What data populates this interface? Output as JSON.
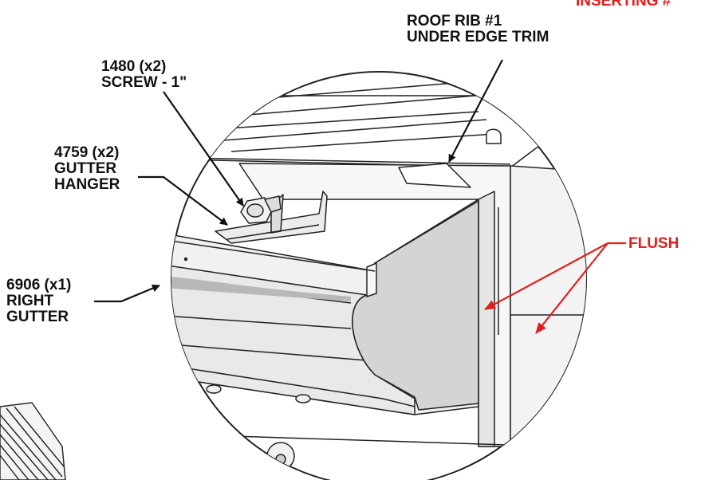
{
  "colors": {
    "callout_black": "#111111",
    "callout_red": "#e0201e",
    "part_fill": "#f1f1f1",
    "gutter_shadow": "#b8b8b8"
  },
  "header": {
    "inserting_label": "INSERTING #"
  },
  "callouts": {
    "roof_rib": {
      "line1": "ROOF RIB #1",
      "line2": "UNDER EDGE TRIM"
    },
    "screw": {
      "line1": "1480 (x2)",
      "line2": "SCREW - 1\""
    },
    "gutter_hanger": {
      "line1": "4759 (x2)",
      "line2": "GUTTER",
      "line3": "HANGER"
    },
    "right_gutter": {
      "line1": "6906 (x1)",
      "line2": "RIGHT",
      "line3": "GUTTER"
    },
    "flush": {
      "label": "FLUSH"
    }
  }
}
